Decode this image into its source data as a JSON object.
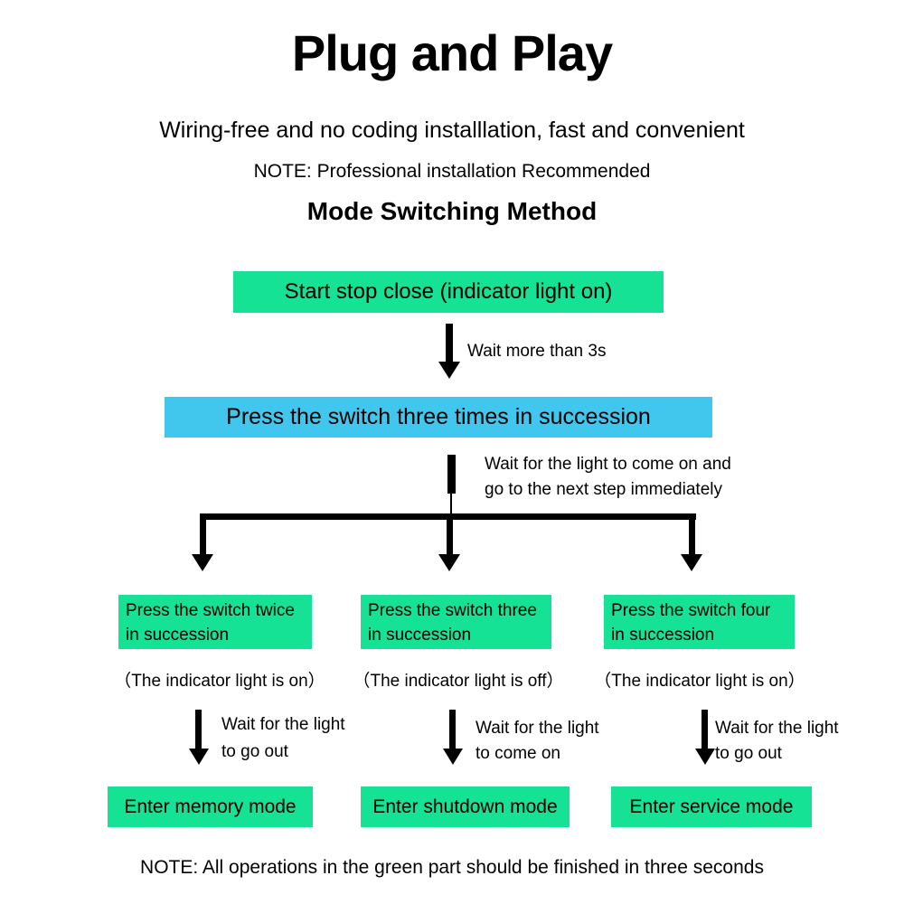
{
  "page": {
    "title": "Plug and Play",
    "subtitle": "Wiring-free and no coding installlation, fast and convenient",
    "note_top": "NOTE: Professional installation Recommended",
    "section_heading": "Mode Switching Method",
    "note_bottom": "NOTE: All operations in the green part should be finished in three seconds"
  },
  "colors": {
    "highlight_green": "#15E295",
    "highlight_blue": "#41C7EE",
    "text": "#000000",
    "background": "#FFFFFF"
  },
  "flow": {
    "step1_label": "Start stop close (indicator light on)",
    "arrow1_label": "Wait more than 3s",
    "step2_label": "Press the switch three times in succession",
    "arrow2_label_line1": "Wait for the light to come on and",
    "arrow2_label_line2": "go to the next step immediately",
    "branches": [
      {
        "action_line1": "Press the switch twice",
        "action_line2": "in succession",
        "indicator": "（The indicator light is on）",
        "wait_line1": "Wait for the light",
        "wait_line2": "to go out",
        "result": "Enter memory mode"
      },
      {
        "action_line1": "Press the switch three",
        "action_line2": "in succession",
        "indicator": "（The indicator light is off）",
        "wait_line1": "Wait for the light",
        "wait_line2": "to come on",
        "result": "Enter shutdown mode"
      },
      {
        "action_line1": "Press the switch four",
        "action_line2": "in succession",
        "indicator": "（The indicator light is on）",
        "wait_line1": "Wait for the light",
        "wait_line2": "to go out",
        "result": "Enter service mode"
      }
    ]
  }
}
